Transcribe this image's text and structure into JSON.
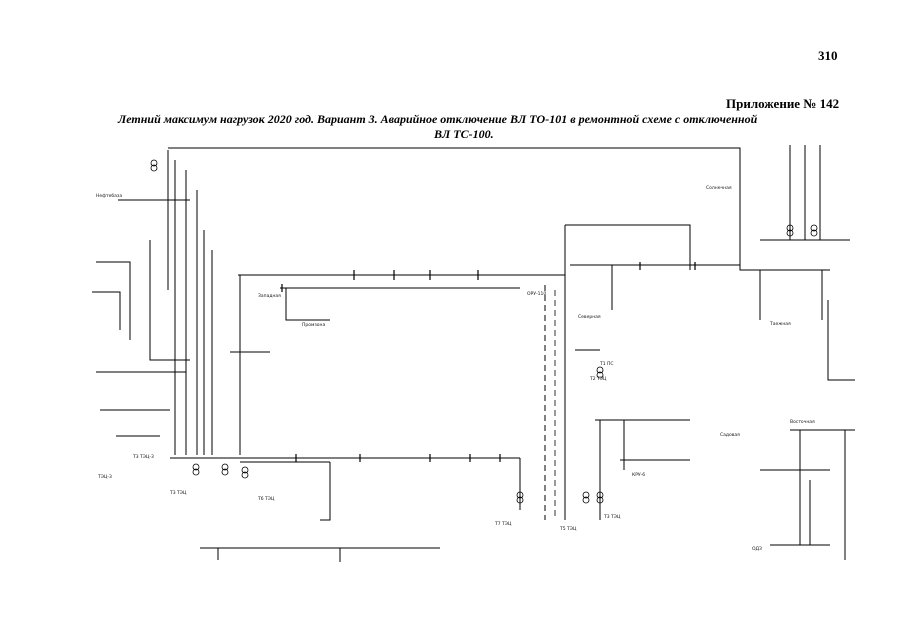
{
  "page": {
    "number": "310",
    "appendix": "Приложение № 142",
    "title_line1": "Летний максимум нагрузок 2020 год. Вариант 3. Аварийное отключение ВЛ ТО-101 в ремонтной схеме с отключенной",
    "title_line2": "ВЛ ТС-100."
  },
  "diagram": {
    "labels": [
      {
        "id": "l1",
        "text": "ТЭЦ-3"
      },
      {
        "id": "l2",
        "text": "Т3 ТЭЦ-3"
      },
      {
        "id": "l3",
        "text": "Т3 ТЭЦ"
      },
      {
        "id": "l4",
        "text": "Т6 ТЭЦ"
      },
      {
        "id": "l5",
        "text": "Т7 ТЭЦ"
      },
      {
        "id": "l6",
        "text": "Т5 ТЭЦ"
      },
      {
        "id": "l7",
        "text": "Т3 ТЭЦ"
      },
      {
        "id": "l8",
        "text": "Т2 ТЭЦ"
      },
      {
        "id": "l9",
        "text": "Нефтебаза"
      },
      {
        "id": "l10",
        "text": "Промзона"
      },
      {
        "id": "l11",
        "text": "Западная"
      },
      {
        "id": "l12",
        "text": "Северная"
      },
      {
        "id": "l13",
        "text": "Солнечная"
      },
      {
        "id": "l14",
        "text": "Таежная"
      },
      {
        "id": "l15",
        "text": "Восточная"
      },
      {
        "id": "l16",
        "text": "Садовая"
      },
      {
        "id": "l17",
        "text": "ОРУ-110"
      },
      {
        "id": "l18",
        "text": "КРУ-6"
      },
      {
        "id": "l19",
        "text": "Т1 ПС"
      },
      {
        "id": "l20",
        "text": "ОДЗ"
      }
    ]
  }
}
